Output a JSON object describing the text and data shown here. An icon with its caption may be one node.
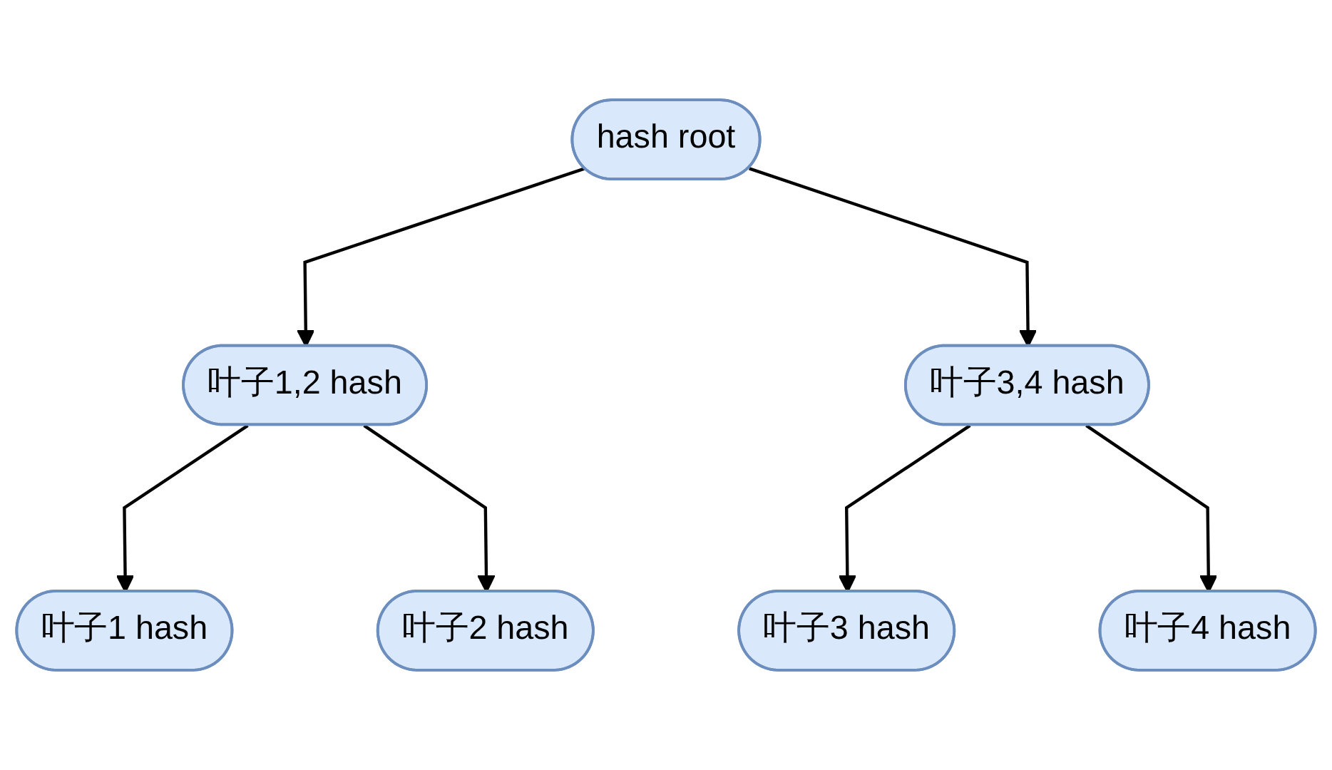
{
  "diagram": {
    "nodes": [
      {
        "text": [
          "hash root"
        ]
      },
      {
        "text": [
          "叶子1,2 hash"
        ]
      },
      {
        "text": [
          "叶子3,4 hash"
        ]
      },
      {
        "text": [
          "叶子1 hash"
        ]
      },
      {
        "text": [
          "叶子2 hash"
        ]
      },
      {
        "text": [
          "叶子3 hash"
        ]
      },
      {
        "text": [
          "叶子4 hash"
        ]
      }
    ],
    "edges": [
      {
        "from": 0,
        "to": 1,
        "arrow": "to"
      },
      {
        "from": 0,
        "to": 2,
        "arrow": "to"
      },
      {
        "from": 1,
        "to": 3,
        "arrow": "to"
      },
      {
        "from": 1,
        "to": 4,
        "arrow": "to"
      },
      {
        "from": 2,
        "to": 5,
        "arrow": "to"
      },
      {
        "from": 2,
        "to": 6,
        "arrow": "to"
      }
    ]
  }
}
